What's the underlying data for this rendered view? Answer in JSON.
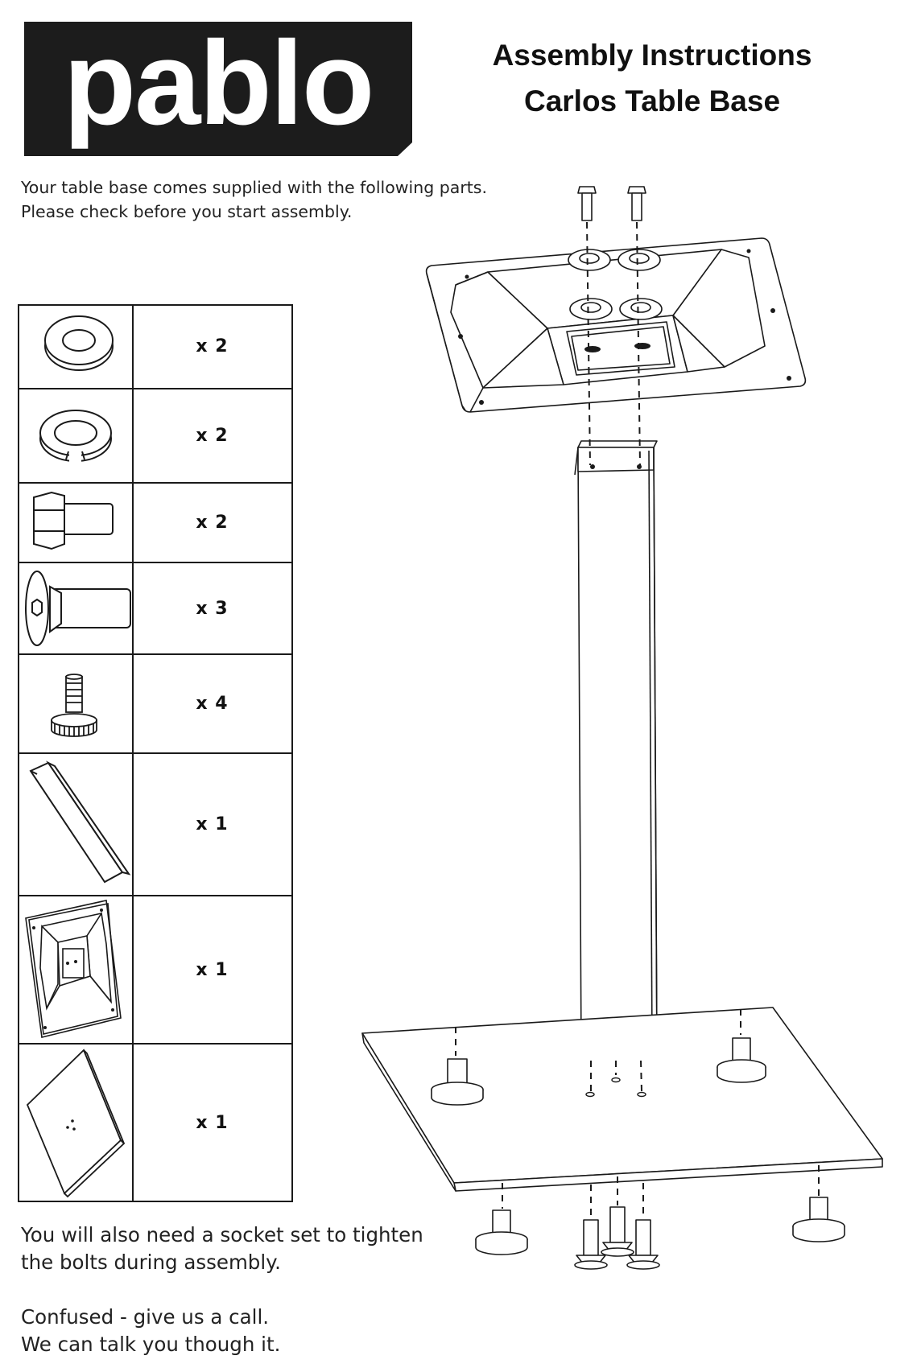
{
  "brand": {
    "name": "pablo"
  },
  "header": {
    "title": "Assembly Instructions",
    "subtitle": "Carlos Table Base"
  },
  "intro": {
    "line1": "Your table base comes supplied with the following parts.",
    "line2": "Please check before you start assembly."
  },
  "parts": [
    {
      "icon": "flat-washer-icon",
      "qty": "x 2"
    },
    {
      "icon": "spring-washer-icon",
      "qty": "x 2"
    },
    {
      "icon": "hex-bolt-icon",
      "qty": "x 2"
    },
    {
      "icon": "countersunk-bolt-icon",
      "qty": "x 3"
    },
    {
      "icon": "leveling-foot-icon",
      "qty": "x 4"
    },
    {
      "icon": "column-icon",
      "qty": "x 1"
    },
    {
      "icon": "top-plate-icon",
      "qty": "x 1"
    },
    {
      "icon": "base-plate-icon",
      "qty": "x 1"
    }
  ],
  "footer": {
    "tools_line1": "You will also need a socket set to tighten",
    "tools_line2": "the bolts during assembly.",
    "help_line1": "Confused - give us a call.",
    "help_line2": "We can talk you though it."
  },
  "colors": {
    "logo_bg": "#1c1c1c",
    "line": "#1a1a1a"
  }
}
